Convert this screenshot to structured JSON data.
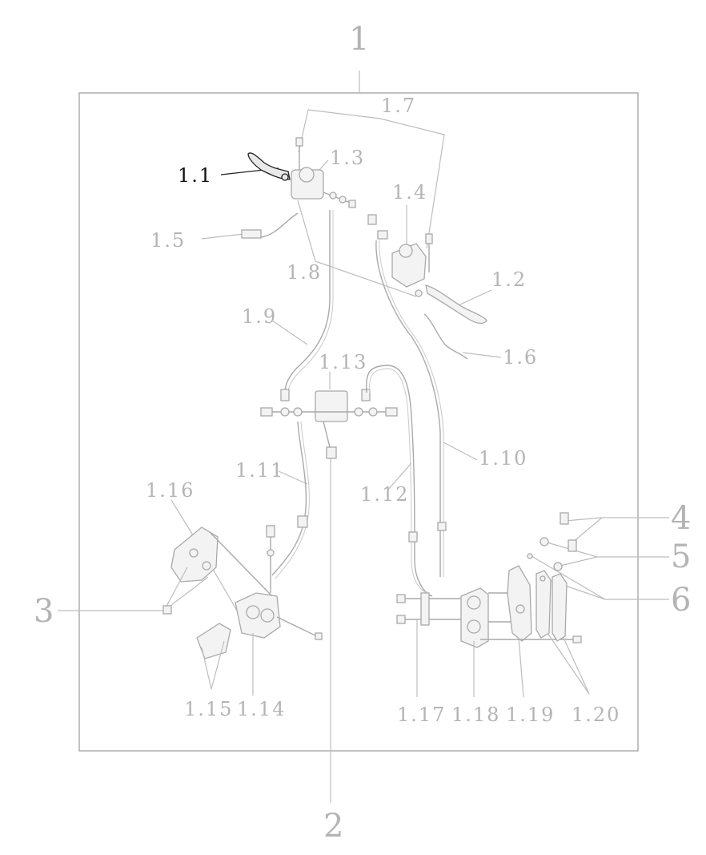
{
  "callouts": {
    "main": "1",
    "bottom": "2",
    "left": "3",
    "r4": "4",
    "r5": "5",
    "r6": "6",
    "p1_1": "1.1",
    "p1_2": "1.2",
    "p1_3": "1.3",
    "p1_4": "1.4",
    "p1_5": "1.5",
    "p1_6": "1.6",
    "p1_7": "1.7",
    "p1_8": "1.8",
    "p1_9": "1.9",
    "p1_10": "1.10",
    "p1_11": "1.11",
    "p1_12": "1.12",
    "p1_13": "1.13",
    "p1_14": "1.14",
    "p1_15": "1.15",
    "p1_16": "1.16",
    "p1_17": "1.17",
    "p1_18": "1.18",
    "p1_19": "1.19",
    "p1_20": "1.20"
  },
  "colors": {
    "label_gray": "#b4b4b4",
    "label_highlight": "#111111",
    "line_gray": "#a9a9a9"
  }
}
